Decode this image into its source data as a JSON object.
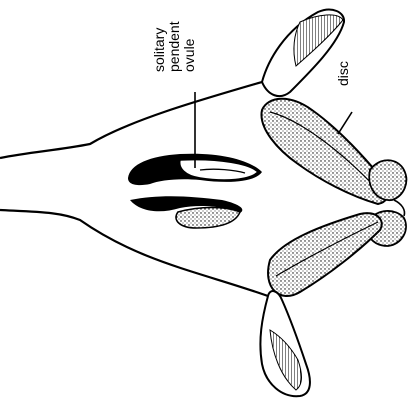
{
  "labels": {
    "ovule_line1": "solitary",
    "ovule_line2": "pendent",
    "ovule_line3": "ovule",
    "disc": "disc"
  }
}
